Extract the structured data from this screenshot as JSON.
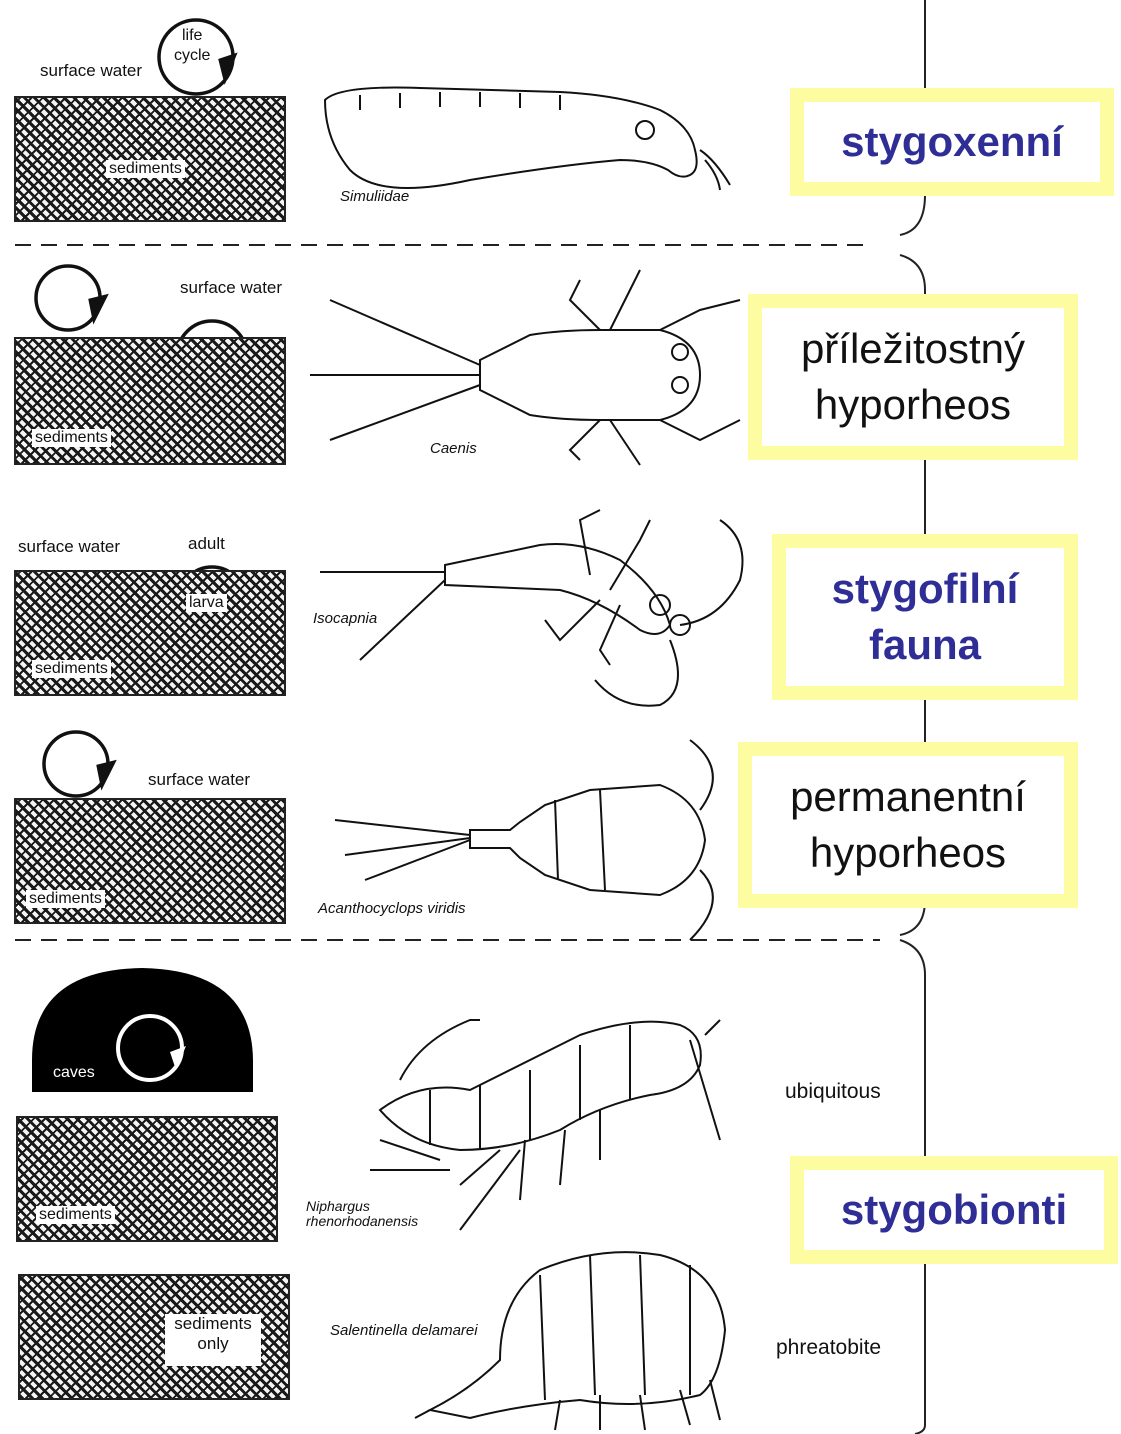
{
  "rows": {
    "r1": {
      "surface": "surface water",
      "life": "life",
      "cycle": "cycle",
      "sediments": "sediments",
      "species": "Simuliidae"
    },
    "r2": {
      "surface": "surface water",
      "sediments": "sediments",
      "species": "Caenis"
    },
    "r3": {
      "surface": "surface water",
      "adult": "adult",
      "larva": "larva",
      "sediments": "sediments",
      "species": "Isocapnia"
    },
    "r4": {
      "surface": "surface water",
      "sediments": "sediments",
      "species": "Acanthocyclops viridis"
    },
    "r5": {
      "caves": "caves",
      "sediments": "sediments",
      "species_line1": "Niphargus",
      "species_line2": "rhenorhodanensis",
      "category": "ubiquitous"
    },
    "r6": {
      "sediments_line1": "sediments",
      "sediments_line2": "only",
      "species": "Salentinella delamarei",
      "category": "phreatobite"
    }
  },
  "headings": {
    "stygoxenni": "stygoxenní",
    "prilezitostny": "příležitostný\nhyporheos",
    "stygofilni": "stygofilní\nfauna",
    "permanentni": "permanentní\nhyporheos",
    "stygobionti": "stygobionti"
  },
  "colors": {
    "highlight_border": "#fdfca0",
    "heading_text": "#2e2e96"
  }
}
